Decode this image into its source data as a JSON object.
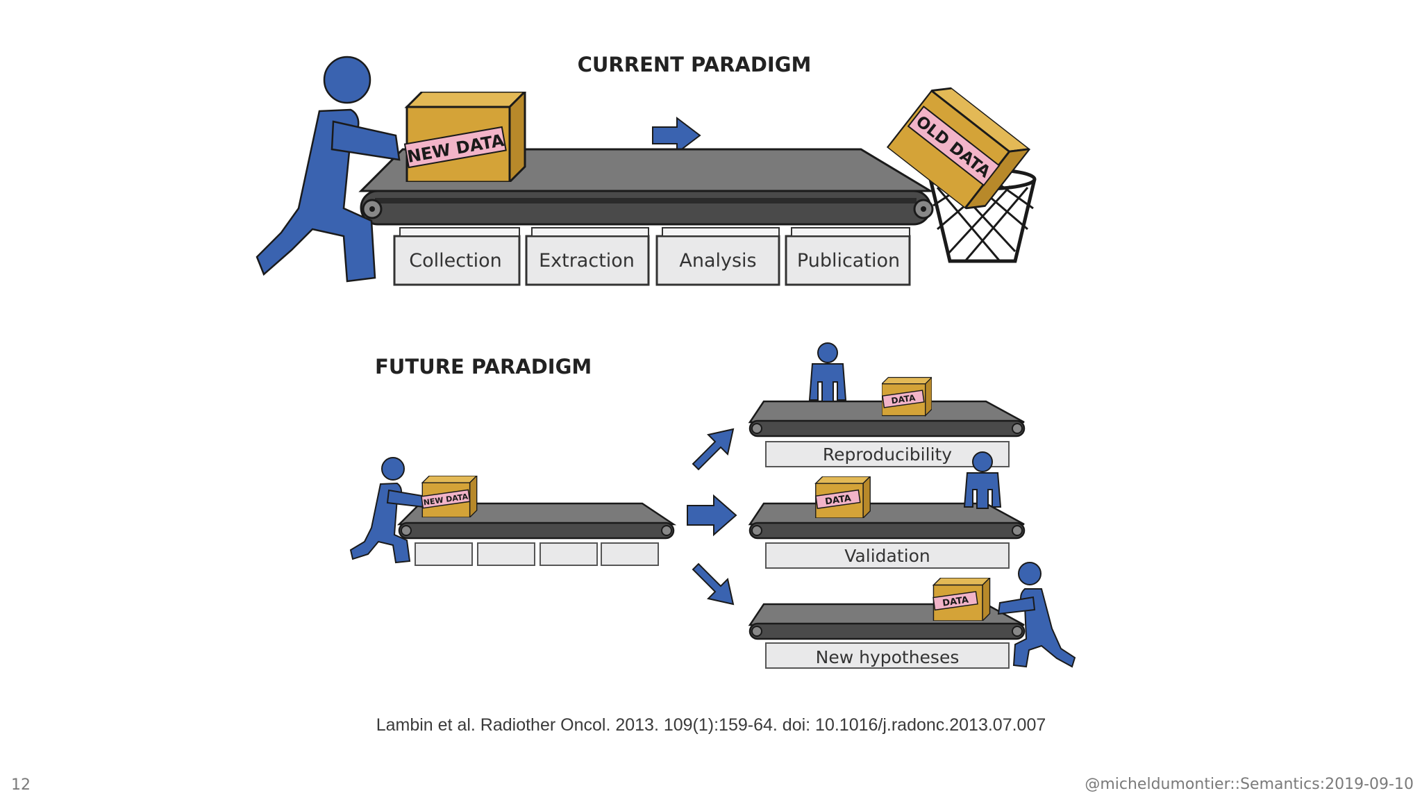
{
  "diagram": {
    "current_title": "CURRENT PARADIGM",
    "future_title": "FUTURE PARADIGM",
    "new_data_label": "NEW DATA",
    "old_data_label": "OLD DATA",
    "small_new_data_label": "NEW DATA",
    "data_label": "DATA",
    "stages": [
      "Collection",
      "Extraction",
      "Analysis",
      "Publication"
    ],
    "outcomes": [
      "Reproducibility",
      "Validation",
      "New hypotheses"
    ]
  },
  "caption": "Lambin et al. Radiother Oncol. 2013. 109(1):159-64. doi: 10.1016/j.radonc.2013.07.007",
  "page_number": "12",
  "footer": "@micheldumontier::Semantics:2019-09-10",
  "colors": {
    "person_blue": "#3a63b0",
    "box_gold": "#d4a338",
    "label_pink": "#f2b4c8",
    "belt_gray": "#7a7a7a",
    "belt_dark": "#3f3f3f",
    "stage_fill": "#e9e9ea"
  }
}
